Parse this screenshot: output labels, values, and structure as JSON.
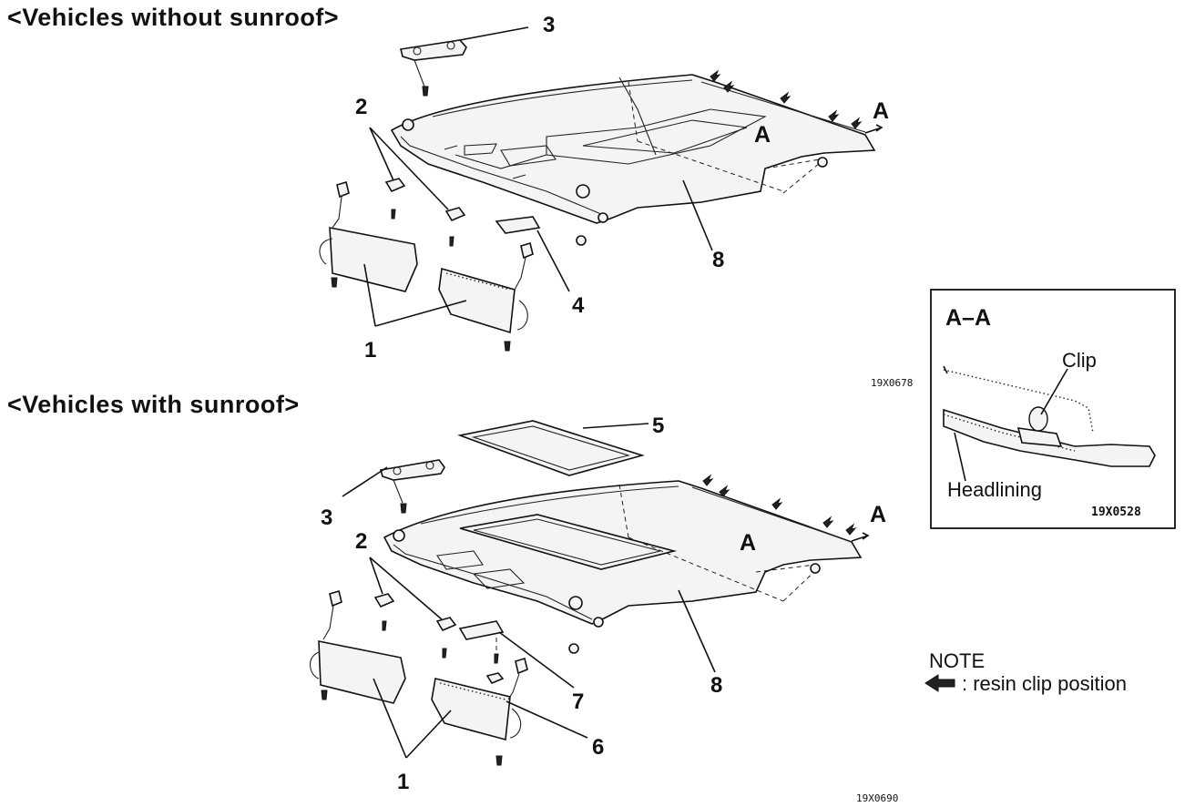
{
  "headings": {
    "without_sunroof": "<Vehicles without sunroof>",
    "with_sunroof": "<Vehicles with sunroof>"
  },
  "callouts_top": [
    "1",
    "2",
    "3",
    "4",
    "8"
  ],
  "callouts_bottom": [
    "1",
    "2",
    "3",
    "5",
    "6",
    "7",
    "8"
  ],
  "section_markers": [
    "A",
    "A",
    "A",
    "A"
  ],
  "detail": {
    "title": "A–A",
    "clip_label": "Clip",
    "headlining_label": "Headlining",
    "code_outer": "19X0678",
    "code_inner": "19X0528"
  },
  "note": {
    "title": "NOTE",
    "text": ": resin clip position"
  },
  "figure_code": "19X0690"
}
